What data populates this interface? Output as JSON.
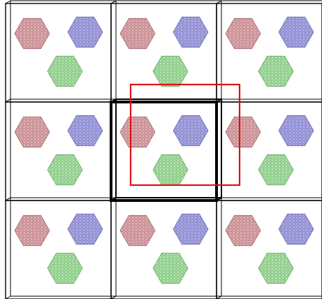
{
  "lattice": {
    "rows": 3,
    "cols": 3,
    "highlight_cell": {
      "row": 1,
      "col": 1
    }
  },
  "clusters": [
    {
      "name": "red-cluster",
      "fill": "#e3a7ac",
      "stroke": "#9f6b70"
    },
    {
      "name": "blue-cluster",
      "fill": "#a9a6e6",
      "stroke": "#6e6bb0"
    },
    {
      "name": "green-cluster",
      "fill": "#a9e3a6",
      "stroke": "#6da86a"
    }
  ],
  "selection_box": {
    "color": "#dd1111"
  },
  "colors": {
    "cell_border": "#000000",
    "background": "#ffffff"
  }
}
